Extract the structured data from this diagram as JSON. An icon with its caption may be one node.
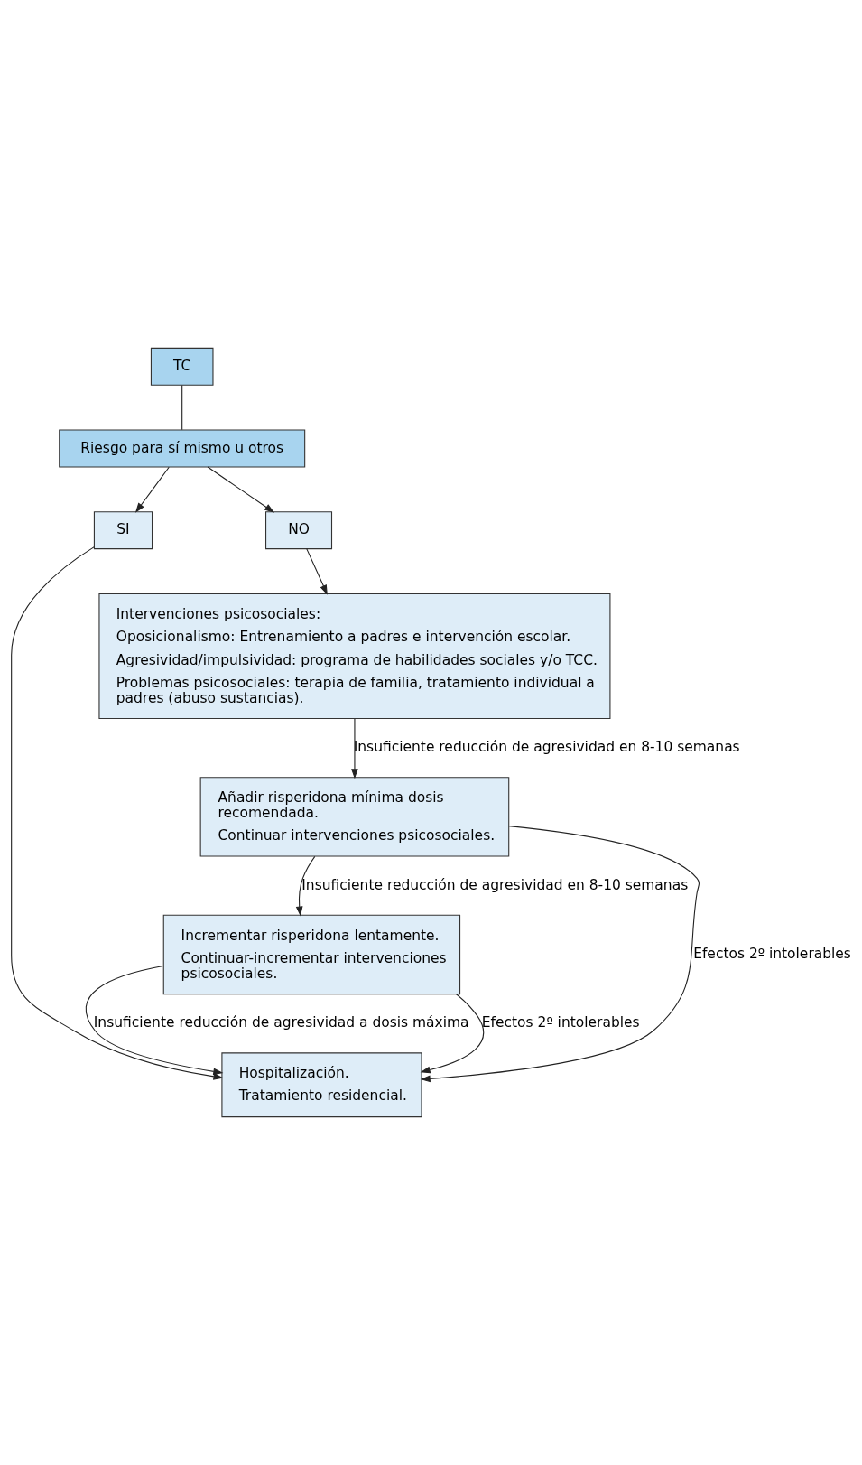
{
  "diagram": {
    "nodes": [
      {
        "text": [
          "TC"
        ]
      },
      {
        "text": [
          "Riesgo para sí mismo u otros"
        ]
      },
      {
        "text": [
          "SI"
        ]
      },
      {
        "text": [
          "NO"
        ]
      },
      {
        "text": [
          "Intervenciones psicosociales:",
          "Oposicionalismo: Entrenamiento a padres e intervención escolar.",
          "Agresividad/impulsividad: programa de habilidades sociales y/o TCC.",
          "Problemas psicosociales: terapia de familia, tratamiento individual a padres (abuso sustancias)."
        ]
      },
      {
        "text": [
          "Añadir risperidona mínima dosis recomendada.",
          "Continuar intervenciones psicosociales."
        ]
      },
      {
        "text": [
          "Incrementar risperidona lentamente.",
          "Continuar-incrementar intervenciones psicosociales."
        ]
      },
      {
        "text": [
          "Hospitalización.",
          "Tratamiento residencial."
        ]
      }
    ],
    "edges": [
      {
        "from": 0,
        "to": 1,
        "arrow": "none"
      },
      {
        "from": 1,
        "to": 2,
        "arrow": "to"
      },
      {
        "from": 1,
        "to": 3,
        "arrow": "to"
      },
      {
        "from": 3,
        "to": 4,
        "arrow": "to"
      },
      {
        "from": 4,
        "to": 5,
        "arrow": "to",
        "label": "Insuficiente reducción de agresividad en 8-10 semanas"
      },
      {
        "from": 5,
        "to": 6,
        "arrow": "to",
        "label": "Insuficiente reducción de agresividad en 8-10 semanas"
      },
      {
        "from": 6,
        "to": 7,
        "arrow": "to",
        "label": "Insuficiente reducción de agresividad a dosis máxima"
      },
      {
        "from": 5,
        "to": 7,
        "arrow": "to",
        "label": "Efectos 2º intolerables"
      },
      {
        "from": 6,
        "to": 7,
        "arrow": "to",
        "label": "Efectos 2º intolerables"
      },
      {
        "from": 2,
        "to": 7,
        "arrow": "to"
      }
    ]
  }
}
